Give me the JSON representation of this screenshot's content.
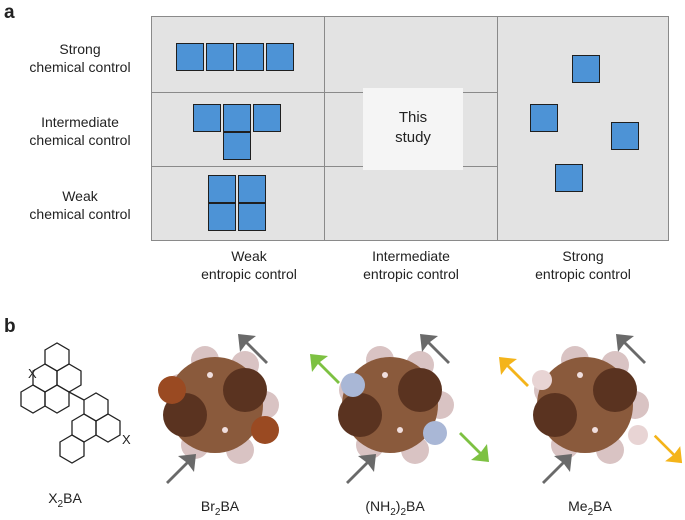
{
  "panel_a": {
    "label": "a",
    "rows": [
      "Strong\nchemical control",
      "Intermediate\nchemical control",
      "Weak\nchemical control"
    ],
    "cols": [
      "Weak\nentropic control",
      "Intermediate\nentropic control",
      "Strong\nentropic control"
    ],
    "highlight": "This\nstudy",
    "colors": {
      "square": "#4d93d6",
      "grid_bg": "#e3e3e3",
      "highlight_bg": "#f5f5f5"
    }
  },
  "panel_b": {
    "label": "b",
    "substituent": "X",
    "molecules": [
      {
        "prefix": "X",
        "sub": "2",
        "suffix": "BA"
      },
      {
        "prefix": "Br",
        "sub": "2",
        "suffix": "BA"
      },
      {
        "prefix": "(NH",
        "sub": "2",
        "mid": ")",
        "sub2": "2",
        "suffix": "BA"
      },
      {
        "prefix": "Me",
        "sub": "2",
        "suffix": "BA"
      }
    ],
    "colors": {
      "carbon": "#8a5a3c",
      "hydrogen": "#d9c3c3",
      "bromine": "#9a4a22",
      "nitrogen": "#a9b7d6",
      "arrow_gray": "#6a6a6a",
      "arrow_green": "#7dc142",
      "arrow_orange": "#f4b41a"
    }
  }
}
